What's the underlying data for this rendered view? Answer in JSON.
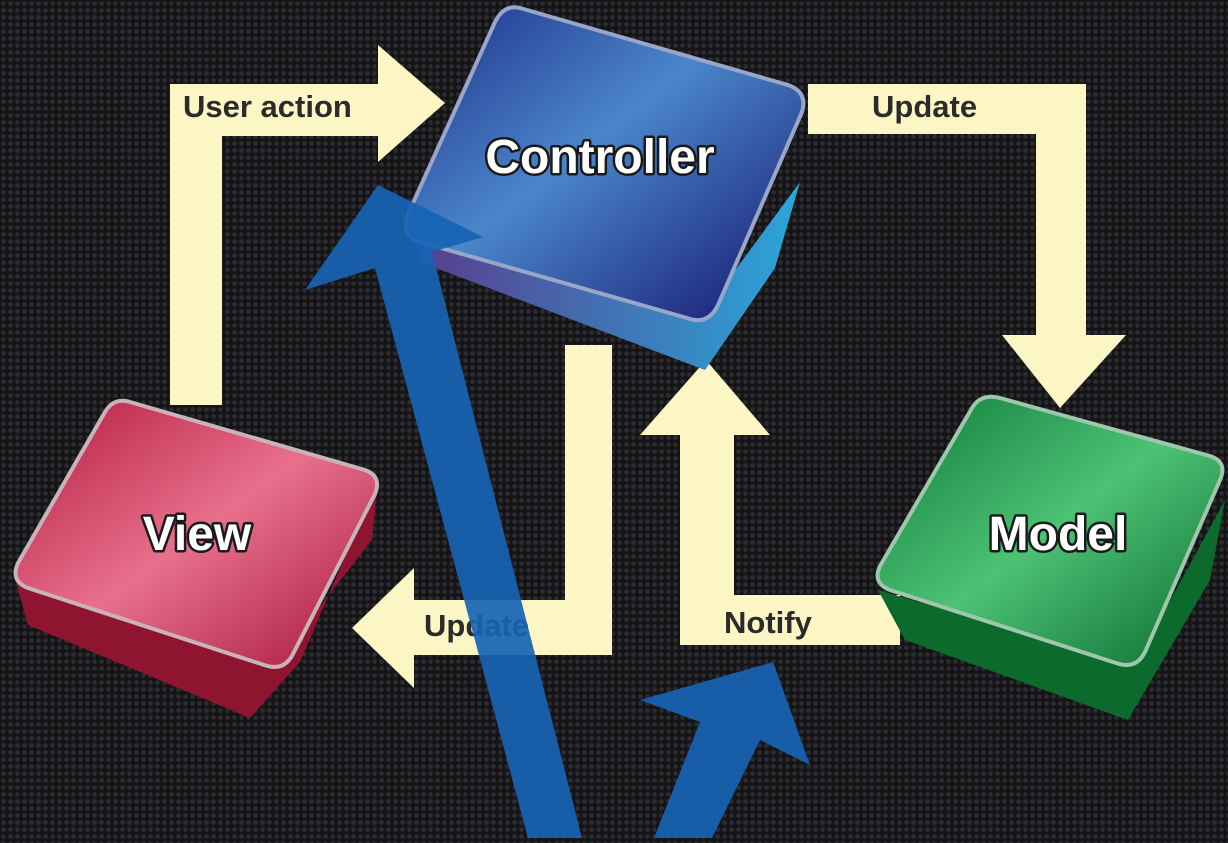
{
  "nodes": {
    "controller": {
      "label": "Controller",
      "color": "#2c3c96"
    },
    "view": {
      "label": "View",
      "color": "#c9284e"
    },
    "model": {
      "label": "Model",
      "color": "#1f9a4e"
    }
  },
  "flows": {
    "user_action": "User action",
    "update_model": "Update",
    "update_view": "Update",
    "notify": "Notify"
  },
  "colors": {
    "background": "#141416",
    "flow_arrow": "#fbf6c4",
    "overlay_arrow": "#1763b4"
  }
}
